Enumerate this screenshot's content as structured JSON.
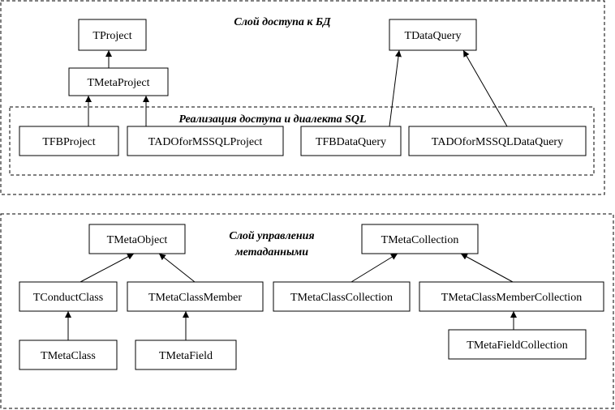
{
  "layers": {
    "db_access": {
      "title": "Слой доступа к БД",
      "inner_title": "Реализация доступа и диалекта SQL"
    },
    "metadata": {
      "title_line1": "Слой управления",
      "title_line2": "метаданными"
    }
  },
  "classes": {
    "tproject": "TProject",
    "tmetaproject": "TMetaProject",
    "tfbproject": "TFBProject",
    "tadoformssqlproject": "TADOforMSSQLProject",
    "tdataquery": "TDataQuery",
    "tfbdataquery": "TFBDataQuery",
    "tadoformssqldataquery": "TADOforMSSQLDataQuery",
    "tmetaobject": "TMetaObject",
    "tconductclass": "TConductClass",
    "tmetaclassmember": "TMetaClassMember",
    "tmetaclass": "TMetaClass",
    "tmetafield": "TMetaField",
    "tmetacollection": "TMetaCollection",
    "tmetaclasscollection": "TMetaClassCollection",
    "tmetaclassmembercollection": "TMetaClassMemberCollection",
    "tmetafieldcollection": "TMetaFieldCollection"
  },
  "inheritance": [
    {
      "from": "tmetaproject",
      "to": "tproject"
    },
    {
      "from": "tfbproject",
      "to": "tmetaproject"
    },
    {
      "from": "tadoformssqlproject",
      "to": "tmetaproject"
    },
    {
      "from": "tfbdataquery",
      "to": "tdataquery"
    },
    {
      "from": "tadoformssqldataquery",
      "to": "tdataquery"
    },
    {
      "from": "tconductclass",
      "to": "tmetaobject"
    },
    {
      "from": "tmetaclassmember",
      "to": "tmetaobject"
    },
    {
      "from": "tmetaclass",
      "to": "tconductclass"
    },
    {
      "from": "tmetafield",
      "to": "tmetaclassmember"
    },
    {
      "from": "tmetaclasscollection",
      "to": "tmetacollection"
    },
    {
      "from": "tmetaclassmembercollection",
      "to": "tmetacollection"
    },
    {
      "from": "tmetafieldcollection",
      "to": "tmetaclassmembercollection"
    }
  ],
  "colors": {
    "stroke": "#000000",
    "background": "#ffffff"
  }
}
